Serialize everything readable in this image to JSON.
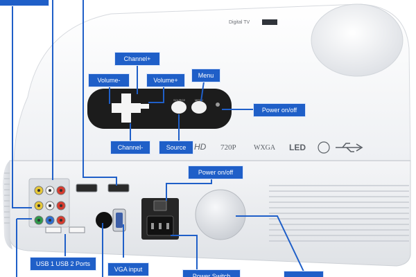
{
  "colors": {
    "callout_fill": "#1f5fc8",
    "callout_text": "#ffffff",
    "leader_line": "#1f5fc8",
    "housing": "#f2f3f5",
    "panel": "#1c1c1c"
  },
  "device": {
    "brand_text": "Digital TV",
    "badges": [
      "HD",
      "720P",
      "WXGA",
      "LED"
    ],
    "panel_button_labels": [
      "SOURCE",
      "MENU"
    ],
    "usb_symbol": "usb-icon"
  },
  "callouts": {
    "channel_plus": "Channel+",
    "volume_minus": "Volume-",
    "volume_plus": "Volume+",
    "menu": "Menu",
    "power_top": "Power on/off",
    "channel_minus": "Channel-",
    "source": "Source",
    "power_rear": "Power on/off",
    "usb_ports": "USB 1 USB 2 Ports",
    "vga_input": "VGA input",
    "power_switch": "Power Switch",
    "lens_focus": ""
  }
}
